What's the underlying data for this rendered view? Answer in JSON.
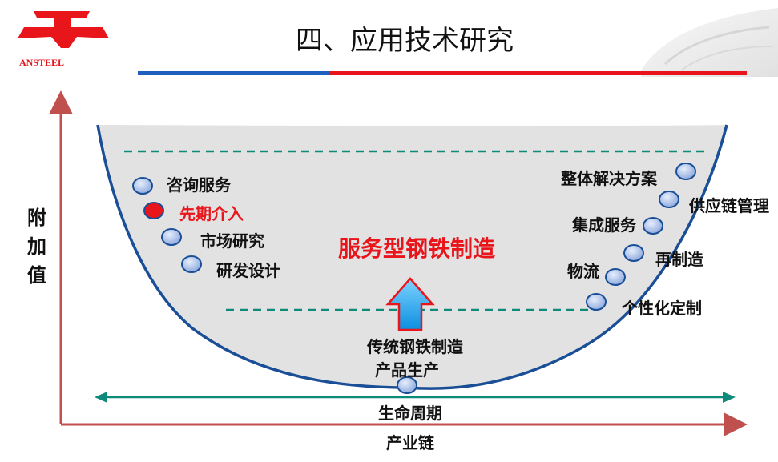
{
  "logo": {
    "text": "ANSTEEL"
  },
  "title": "四、应用技术研究",
  "colors": {
    "accent_red": "#e8151b",
    "accent_blue": "#1f5fbf",
    "curve": "#1a4e96",
    "teal": "#0e8a7a",
    "node_fill": "#a9bee6",
    "axis": "#c0504d",
    "bowl_fill": "#e2e2e2",
    "highlight_text": "#e8151b"
  },
  "y_axis_label": "附加值",
  "x_axis_label": "产业链",
  "lifecycle_label": "生命周期",
  "center": {
    "headline": "服务型钢铁制造",
    "traditional": "传统钢铁制造",
    "production": "产品生产"
  },
  "left_nodes": [
    {
      "label": "咨询服务",
      "highlight": false
    },
    {
      "label": "先期介入",
      "highlight": true
    },
    {
      "label": "市场研究",
      "highlight": false
    },
    {
      "label": "研发设计",
      "highlight": false
    }
  ],
  "right_nodes": [
    {
      "label": "整体解决方案"
    },
    {
      "label": "供应链管理"
    },
    {
      "label": "集成服务"
    },
    {
      "label": "再制造"
    },
    {
      "label": "物流"
    },
    {
      "label": "个性化定制"
    }
  ]
}
